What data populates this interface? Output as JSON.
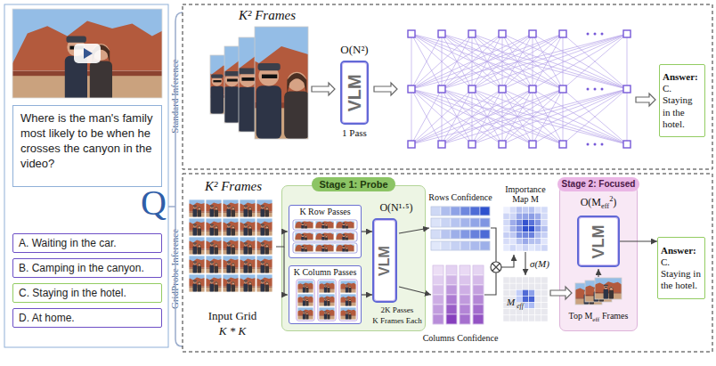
{
  "diagram": {
    "nodes": [
      {
        "text": [
          "Where is the man's family most likely to be when he crosses the canyon in the video?"
        ]
      },
      {
        "text": [
          "A. Waiting in the car."
        ]
      },
      {
        "text": [
          "B. Camping in the canyon."
        ]
      },
      {
        "text": [
          "C. Staying in the hotel."
        ]
      },
      {
        "text": [
          "D. At home."
        ]
      },
      {
        "text": [
          "VLM"
        ]
      },
      {
        "text": [
          "Answer:",
          "C. Staying in the hotel."
        ]
      },
      {
        "text": [
          "Stage 1: Probe"
        ]
      },
      {
        "text": [
          "K Row Passes"
        ],
        "in": 7
      },
      {
        "text": [
          "K Column Passes"
        ],
        "in": 7
      },
      {
        "text": [
          "VLM"
        ],
        "in": 7
      },
      {
        "text": [
          "Importance Map M"
        ]
      },
      {
        "text": [
          "Stage 2: Focused"
        ]
      },
      {
        "text": [
          "VLM"
        ],
        "in": 12
      },
      {
        "text": [
          "Answer:",
          "C. Staying in the hotel."
        ]
      }
    ],
    "edges": [
      {
        "from": 8,
        "to": 10,
        "arrow": "to"
      },
      {
        "from": 9,
        "to": 10,
        "arrow": "to"
      },
      {
        "from": 13,
        "to": 14,
        "arrow": "to"
      }
    ],
    "labels": [
      "Q",
      "Standard Inference",
      "GridProbe Inference",
      "K² Frames",
      "O(N²)",
      "1 Pass",
      "K² Frames",
      "Input Grid",
      "K * K",
      "O(N¹·⁵)",
      "2K Passes",
      "K Frames Each",
      "Rows Confidence",
      "Columns Confidence",
      "σ(M)",
      "M",
      "eff",
      "O(M",
      "eff",
      "2",
      ")",
      "Top M",
      "eff",
      "Frames"
    ]
  }
}
